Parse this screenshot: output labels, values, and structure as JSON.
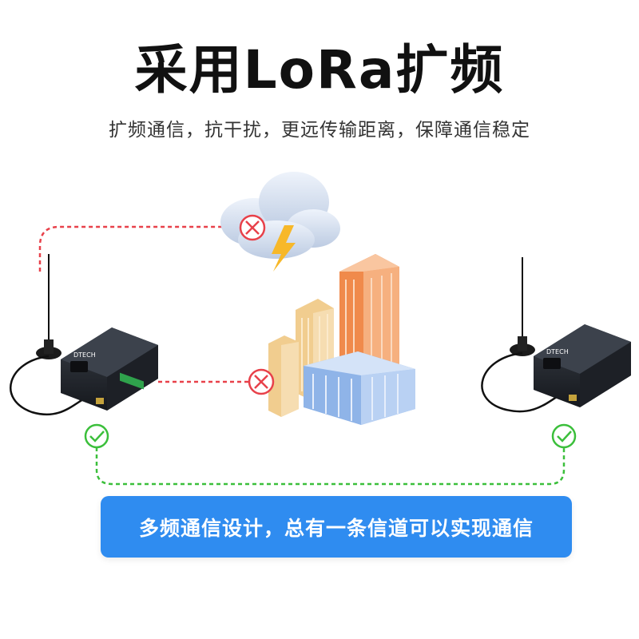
{
  "header": {
    "title": "采用LoRa扩频",
    "subtitle": "扩频通信，抗干扰，更远传输距离，保障通信稳定"
  },
  "devices": {
    "left_brand": "DTECH",
    "right_brand": "DTECH"
  },
  "banner": {
    "text": "多频通信设计，总有一条信道可以实现通信"
  },
  "colors": {
    "blocked_line": "#e8414a",
    "success_line": "#3bbf3b",
    "banner_bg": "#2f8cf0",
    "building_orange": "#f08a4b",
    "building_tan": "#f1cd8f",
    "building_blue": "#8fb4e8"
  },
  "icons": [
    "cloud-icon",
    "lightning-icon",
    "blocked-icon",
    "success-icon",
    "antenna-icon",
    "building-icon",
    "lora-device-icon"
  ]
}
